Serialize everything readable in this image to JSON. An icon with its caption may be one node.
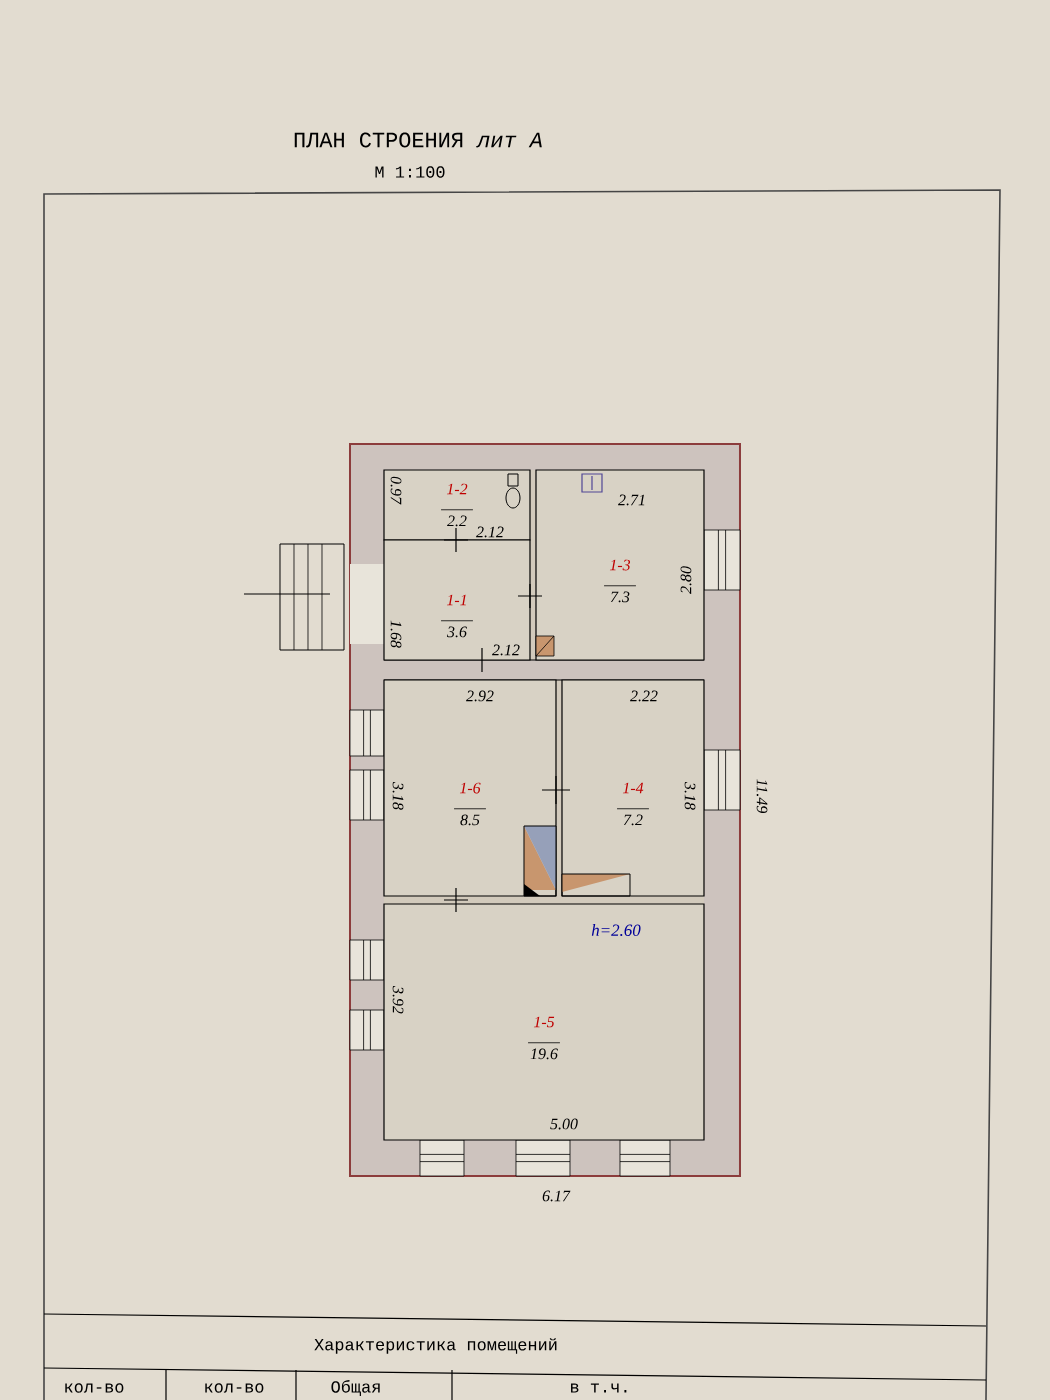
{
  "diagram": {
    "title": "ПЛАН СТРОЕНИЯ *лит А*",
    "nodes": [
      {
        "text": [
          "1-2",
          "2.2"
        ]
      },
      {
        "text": [
          "1-1",
          "3.6"
        ]
      },
      {
        "text": [
          "1-3",
          "7.3"
        ]
      },
      {
        "text": [
          "1-6",
          "8.5"
        ]
      },
      {
        "text": [
          "1-4",
          "7.2"
        ]
      },
      {
        "text": [
          "1-5",
          "19.6"
        ]
      }
    ],
    "labels": [
      "М 1:100",
      "0.97",
      "2.12",
      "2.71",
      "2.80",
      "1.68",
      "2.12",
      "2.92",
      "2.22",
      "3.18",
      "3.18",
      "11.49",
      "h=2.60",
      "3.92",
      "5.00",
      "6.17",
      "Характеристика помещений",
      "кол-во",
      "кол-во",
      "Общая",
      "в т.ч."
    ]
  }
}
